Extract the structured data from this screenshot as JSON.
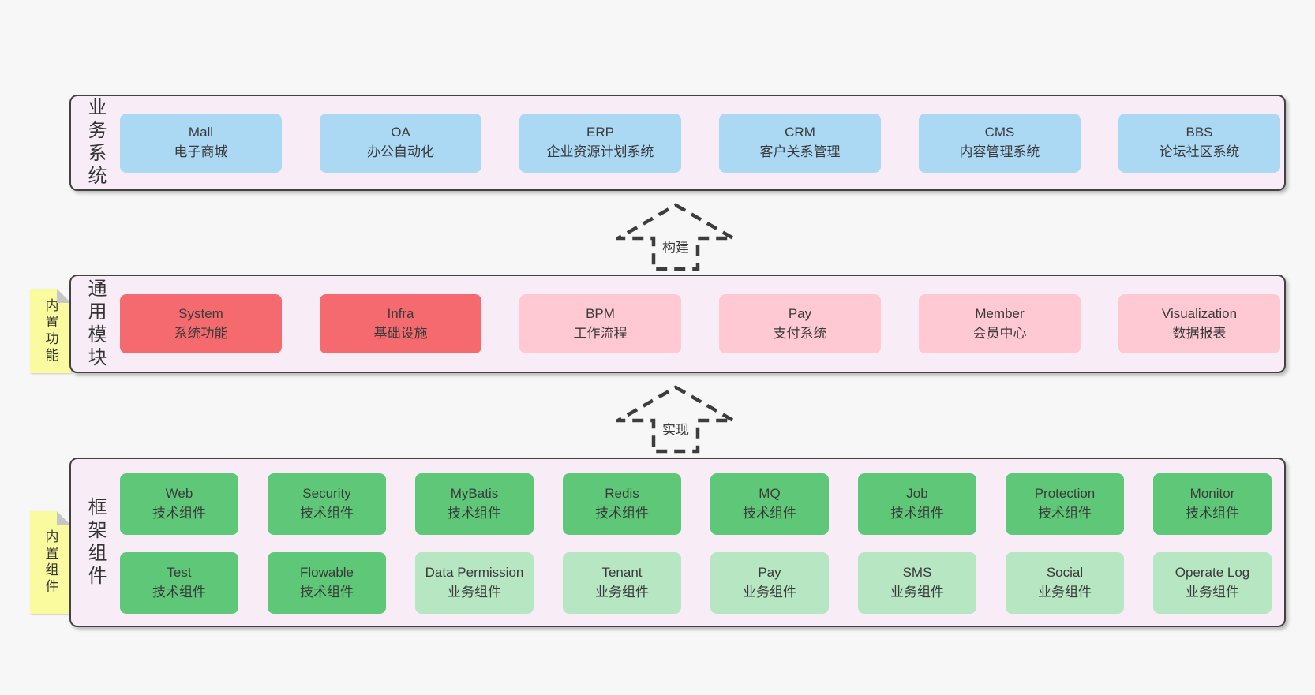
{
  "colors": {
    "page_background": "#f7f7f7",
    "container_fill": "#f8edf7",
    "container_border": "#424242",
    "blue": "#abd9f4",
    "red": "#f56a6e",
    "pink": "#fec9d2",
    "green": "#5ec878",
    "light_green": "#b7e6c3",
    "sticky_yellow": "#fafa9e",
    "text": "#3a3a3a"
  },
  "arrows": [
    {
      "label": "构建"
    },
    {
      "label": "实现"
    }
  ],
  "layers": {
    "business": {
      "label": "业务系统",
      "boxes": [
        {
          "en": "Mall",
          "zh": "电子商城"
        },
        {
          "en": "OA",
          "zh": "办公自动化"
        },
        {
          "en": "ERP",
          "zh": "企业资源计划系统"
        },
        {
          "en": "CRM",
          "zh": "客户关系管理"
        },
        {
          "en": "CMS",
          "zh": "内容管理系统"
        },
        {
          "en": "BBS",
          "zh": "论坛社区系统"
        }
      ]
    },
    "modules": {
      "label": "通用模块",
      "sticky": "内置功能",
      "boxes": [
        {
          "en": "System",
          "zh": "系统功能"
        },
        {
          "en": "Infra",
          "zh": "基础设施"
        },
        {
          "en": "BPM",
          "zh": "工作流程"
        },
        {
          "en": "Pay",
          "zh": "支付系统"
        },
        {
          "en": "Member",
          "zh": "会员中心"
        },
        {
          "en": "Visualization",
          "zh": "数据报表"
        }
      ]
    },
    "framework": {
      "label": "框架组件",
      "sticky": "内置组件",
      "row1": [
        {
          "en": "Web",
          "zh": "技术组件"
        },
        {
          "en": "Security",
          "zh": "技术组件"
        },
        {
          "en": "MyBatis",
          "zh": "技术组件"
        },
        {
          "en": "Redis",
          "zh": "技术组件"
        },
        {
          "en": "MQ",
          "zh": "技术组件"
        },
        {
          "en": "Job",
          "zh": "技术组件"
        },
        {
          "en": "Protection",
          "zh": "技术组件"
        },
        {
          "en": "Monitor",
          "zh": "技术组件"
        }
      ],
      "row2": [
        {
          "en": "Test",
          "zh": "技术组件"
        },
        {
          "en": "Flowable",
          "zh": "技术组件"
        },
        {
          "en": "Data Permission",
          "zh": "业务组件"
        },
        {
          "en": "Tenant",
          "zh": "业务组件"
        },
        {
          "en": "Pay",
          "zh": "业务组件"
        },
        {
          "en": "SMS",
          "zh": "业务组件"
        },
        {
          "en": "Social",
          "zh": "业务组件"
        },
        {
          "en": "Operate Log",
          "zh": "业务组件"
        }
      ]
    }
  }
}
